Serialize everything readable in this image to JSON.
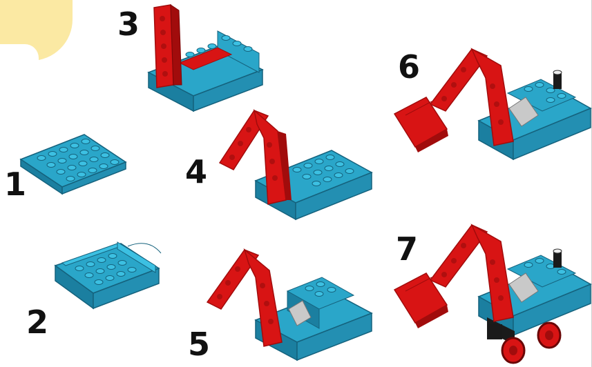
{
  "colors": {
    "blue": "#2aa6c9",
    "blue_dark": "#1b7fa0",
    "red": "#d81414",
    "red_dark": "#a10c0c",
    "grey": "#c9c9c9",
    "black": "#1a1a1a",
    "accent_tab": "#fbe9a3"
  },
  "icons": [
    "blue-plate-icon",
    "blue-base-icon",
    "red-arm-icon",
    "red-bucket-icon",
    "grey-window-icon",
    "wheel-icon",
    "exhaust-icon"
  ],
  "steps": [
    {
      "number": "1"
    },
    {
      "number": "2"
    },
    {
      "number": "3"
    },
    {
      "number": "4"
    },
    {
      "number": "5"
    },
    {
      "number": "6"
    },
    {
      "number": "7"
    }
  ]
}
